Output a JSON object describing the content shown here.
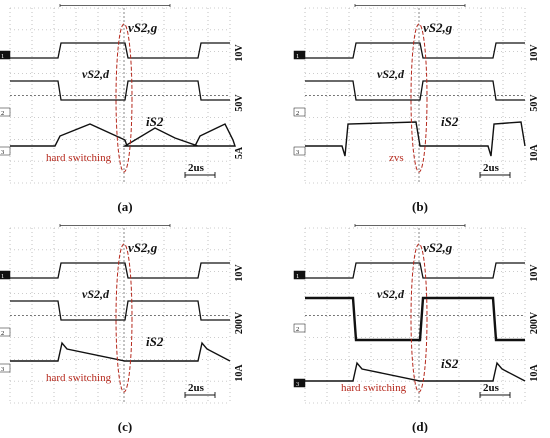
{
  "figure": {
    "panels": [
      {
        "caption": "(a)",
        "vgs_label": "vS2,g",
        "vds_label": "vS2,d",
        "i_label": "iS2",
        "annotation": "hard switching",
        "time_scale": "2us",
        "ch_scales": [
          "10V",
          "50V",
          "5A"
        ],
        "ch_markers": [
          "1",
          "2",
          "3"
        ]
      },
      {
        "caption": "(b)",
        "vgs_label": "vS2,g",
        "vds_label": "vS2,d",
        "i_label": "iS2",
        "annotation": "zvs",
        "time_scale": "2us",
        "ch_scales": [
          "10V",
          "50V",
          "10A"
        ],
        "ch_markers": [
          "1",
          "2",
          "3"
        ]
      },
      {
        "caption": "(c)",
        "vgs_label": "vS2,g",
        "vds_label": "vS2,d",
        "i_label": "iS2",
        "annotation": "hard switching",
        "time_scale": "2us",
        "ch_scales": [
          "10V",
          "200V",
          "10A"
        ],
        "ch_markers": [
          "1",
          "2",
          "3"
        ]
      },
      {
        "caption": "(d)",
        "vgs_label": "vS2,g",
        "vds_label": "vS2,d",
        "i_label": "iS2",
        "annotation": "hard switching",
        "time_scale": "2us",
        "ch_scales": [
          "10V",
          "200V",
          "10A"
        ],
        "ch_markers": [
          "1",
          "2",
          "3"
        ]
      }
    ],
    "colors": {
      "trace": "#111111",
      "grid": "#9a9a9a",
      "annotation": "#b5281c"
    }
  },
  "chart_data": [
    {
      "type": "line",
      "panel": "(a)",
      "x_unit": "us",
      "x_per_division": 2,
      "series": [
        {
          "name": "vS2,g",
          "scale_per_div": "10V",
          "shape": "square",
          "high_intervals_us": [
            [
              -3.3,
              0.2
            ],
            [
              3.3,
              6.8
            ]
          ]
        },
        {
          "name": "vS2,d",
          "scale_per_div": "50V",
          "shape": "square",
          "high_intervals_us": [
            [
              -6.6,
              -3.3
            ],
            [
              0.2,
              3.3
            ],
            [
              6.8,
              9.5
            ]
          ]
        },
        {
          "name": "iS2",
          "scale_per_div": "5A",
          "shape": "triangular"
        }
      ]
    },
    {
      "type": "line",
      "panel": "(b)",
      "x_unit": "us",
      "x_per_division": 2,
      "series": [
        {
          "name": "vS2,g",
          "scale_per_div": "10V",
          "shape": "square",
          "high_intervals_us": [
            [
              -3.3,
              0.2
            ],
            [
              3.3,
              6.8
            ]
          ]
        },
        {
          "name": "vS2,d",
          "scale_per_div": "50V",
          "shape": "square",
          "high_intervals_us": [
            [
              -6.6,
              -3.3
            ],
            [
              0.2,
              3.3
            ],
            [
              6.8,
              9.5
            ]
          ]
        },
        {
          "name": "iS2",
          "scale_per_div": "10A",
          "shape": "square"
        }
      ]
    },
    {
      "type": "line",
      "panel": "(c)",
      "x_unit": "us",
      "x_per_division": 2,
      "series": [
        {
          "name": "vS2,g",
          "scale_per_div": "10V",
          "shape": "square",
          "high_intervals_us": [
            [
              -3.3,
              0.2
            ],
            [
              3.3,
              6.8
            ]
          ]
        },
        {
          "name": "vS2,d",
          "scale_per_div": "200V",
          "shape": "square",
          "high_intervals_us": [
            [
              -6.6,
              -3.3
            ],
            [
              0.2,
              3.3
            ],
            [
              6.8,
              9.5
            ]
          ]
        },
        {
          "name": "iS2",
          "scale_per_div": "10A",
          "shape": "sawtooth"
        }
      ]
    },
    {
      "type": "line",
      "panel": "(d)",
      "x_unit": "us",
      "x_per_division": 2,
      "series": [
        {
          "name": "vS2,g",
          "scale_per_div": "10V",
          "shape": "square",
          "high_intervals_us": [
            [
              -3.3,
              0.2
            ],
            [
              3.3,
              6.8
            ]
          ]
        },
        {
          "name": "vS2,d",
          "scale_per_div": "200V",
          "shape": "square",
          "high_intervals_us": [
            [
              -6.6,
              -3.3
            ],
            [
              0.2,
              3.3
            ],
            [
              6.8,
              9.5
            ]
          ]
        },
        {
          "name": "iS2",
          "scale_per_div": "10A",
          "shape": "sawtooth"
        }
      ]
    }
  ]
}
